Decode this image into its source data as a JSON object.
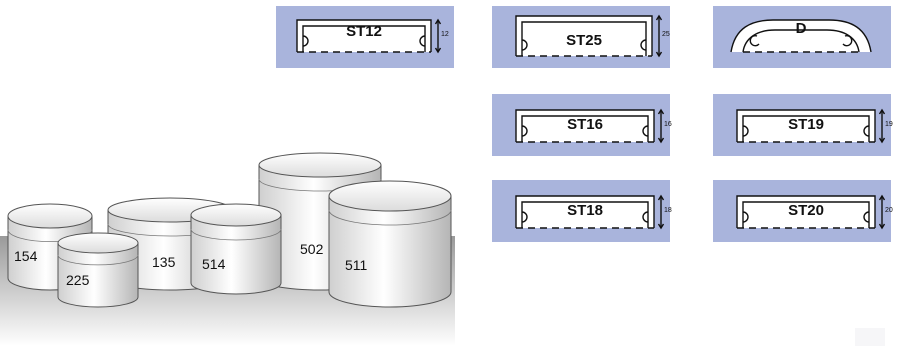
{
  "colors": {
    "tile": "#a9b4dc",
    "shelf_top": "#9e9e9e",
    "shelf_bottom": "#ffffff"
  },
  "profiles": [
    {
      "id": "st12",
      "label": "ST12",
      "dim": "12",
      "shape": "channel-narrow"
    },
    {
      "id": "st25",
      "label": "ST25",
      "dim": "25",
      "shape": "channel-tall"
    },
    {
      "id": "d",
      "label": "D",
      "dim": "",
      "shape": "dome"
    },
    {
      "id": "st16",
      "label": "ST16",
      "dim": "16",
      "shape": "channel"
    },
    {
      "id": "st19",
      "label": "ST19",
      "dim": "19",
      "shape": "channel"
    },
    {
      "id": "st18",
      "label": "ST18",
      "dim": "18",
      "shape": "channel"
    },
    {
      "id": "st20",
      "label": "ST20",
      "dim": "20",
      "shape": "channel"
    }
  ],
  "jars": [
    {
      "id": "154",
      "label": "154"
    },
    {
      "id": "225",
      "label": "225"
    },
    {
      "id": "135",
      "label": "135"
    },
    {
      "id": "514",
      "label": "514"
    },
    {
      "id": "502",
      "label": "502"
    },
    {
      "id": "511",
      "label": "511"
    }
  ]
}
